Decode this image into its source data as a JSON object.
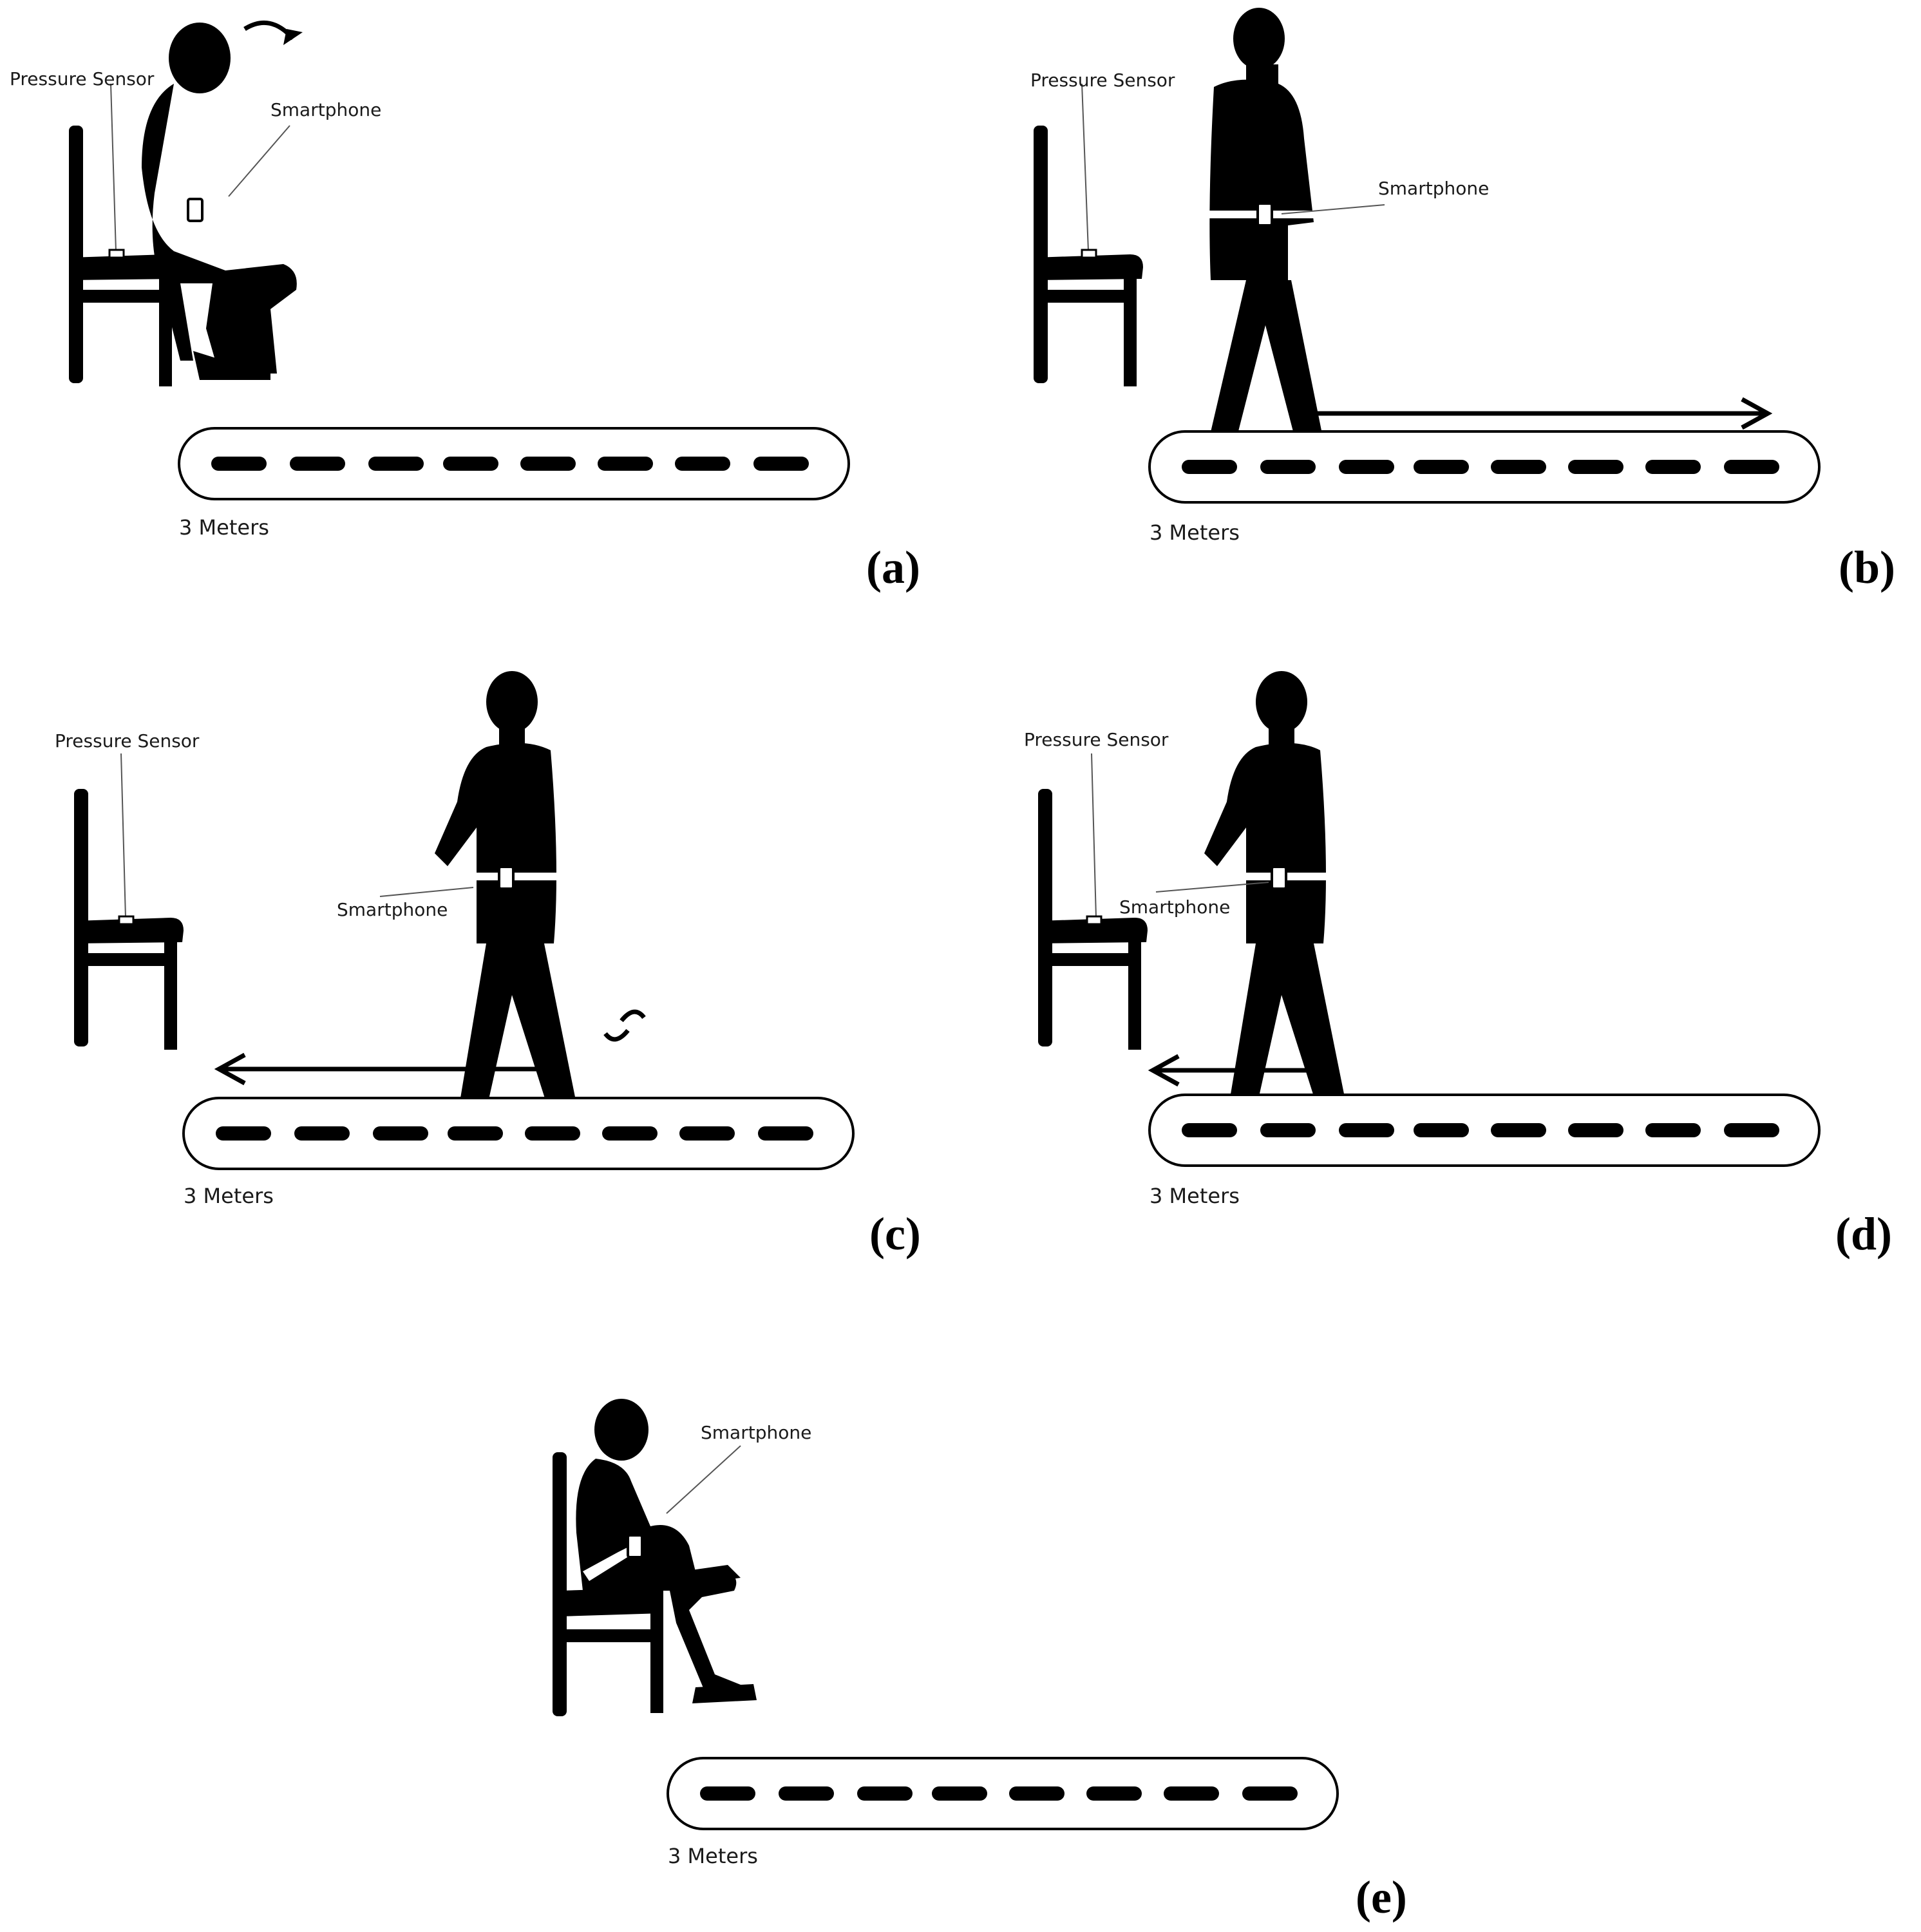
{
  "labels": {
    "pressure_sensor": "Pressure Sensor",
    "smartphone": "Smartphone",
    "distance": "3 Meters"
  },
  "panels": [
    {
      "id": "a",
      "caption": "(a)"
    },
    {
      "id": "b",
      "caption": "(b)"
    },
    {
      "id": "c",
      "caption": "(c)"
    },
    {
      "id": "d",
      "caption": "(d)"
    },
    {
      "id": "e",
      "caption": "(e)"
    }
  ]
}
